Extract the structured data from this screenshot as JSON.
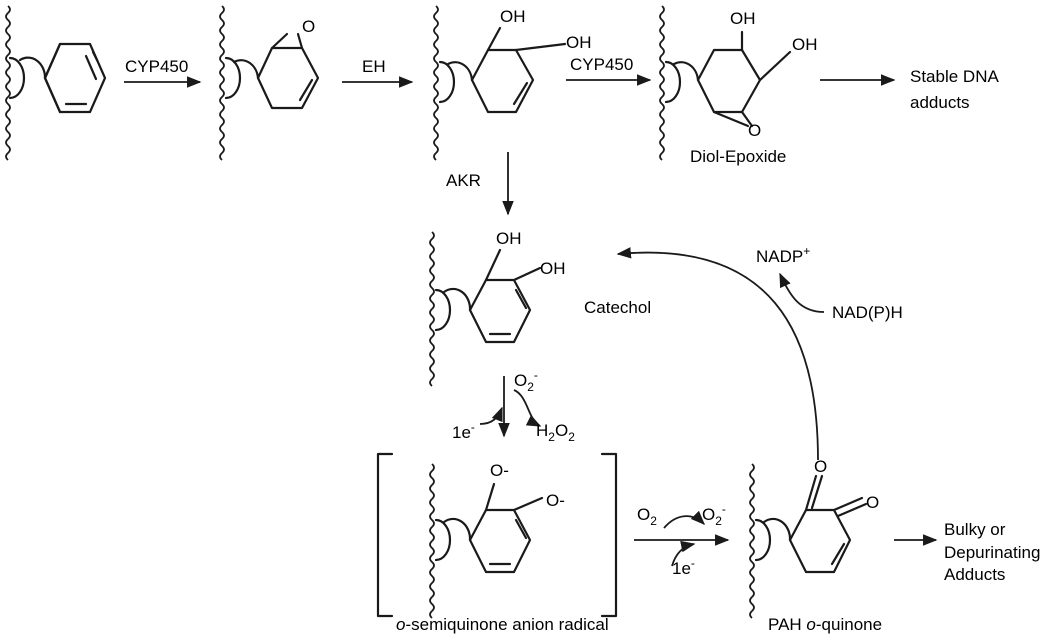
{
  "labels": {
    "cyp450_1": "CYP450",
    "eh": "EH",
    "cyp450_2": "CYP450",
    "stable_dna_line1": "Stable DNA",
    "stable_dna_line2": "adducts",
    "diol_epoxide": "Diol-Epoxide",
    "akr": "AKR",
    "catechol": "Catechol",
    "nadp_plus": "NADP",
    "nadp_plus_sup": "+",
    "nadph": "NAD(P)H",
    "o2_minus_1": "O",
    "o2_minus_1_sub": "2",
    "o2_minus_1_sup": "-",
    "e_minus_1": "1e",
    "e_minus_1_sup": "-",
    "h2o2_h": "H",
    "h2o2_sub": "2",
    "h2o2_o": "O",
    "h2o2_sub2": "2",
    "o2_left": "O",
    "o2_left_sub": "2",
    "o2_minus_2": "O",
    "o2_minus_2_sub": "2",
    "o2_minus_2_sup": "-",
    "e_minus_2": "1e",
    "e_minus_2_sup": "-",
    "bulky_line1": "Bulky or",
    "bulky_line2": "Depurinating",
    "bulky_line3": "Adducts",
    "semiquinone_italic": "o",
    "semiquinone_rest": "-semiquinone anion radical",
    "pah_prefix": "PAH ",
    "pah_italic": "o",
    "pah_rest": "-quinone"
  },
  "atoms": {
    "epoxide_o": "O",
    "diol_oh_a": "OH",
    "diol_oh_b": "OH",
    "de_oh_a": "OH",
    "de_oh_b": "OH",
    "de_epoxide_o": "O",
    "cat_oh_a": "OH",
    "cat_oh_b": "OH",
    "sq_o_a": "O-",
    "sq_o_b": "O-",
    "q_o_a": "O",
    "q_o_b": "O"
  }
}
